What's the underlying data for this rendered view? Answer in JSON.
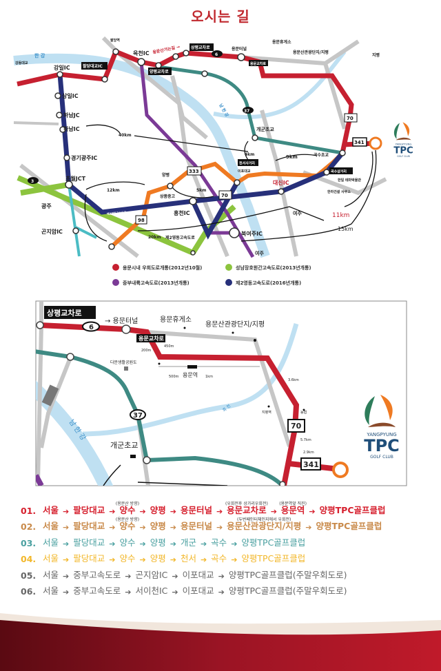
{
  "title": "오시는 길",
  "colors": {
    "route_red": "#c62030",
    "orange": "#ef7a22",
    "teal": "#3e8a83",
    "blue": "#27307a",
    "purple": "#7b3a96",
    "green": "#8cc43e",
    "river": "#bfe0f2",
    "road": "#c6c6c6",
    "footer": "#8c1220"
  },
  "top_map": {
    "labels": {
      "river_han": "한 강",
      "river_namhan": "남 한 강",
      "gangdong": "강동대교",
      "gangil_ic": "강일IC",
      "paldang_box": "팔당대교IC",
      "paldang_station": "팔당역",
      "okcheon_ic": "옥천IC",
      "bypass": "용문산가는길 →",
      "sangpyeong_box": "상평교차로",
      "route6": "6",
      "yongmun_tunnel": "용문터널",
      "rest_area": "용문휴게소",
      "tour_complex": "용문산관광단지/지평",
      "jipyeong": "지평",
      "yongmun_box": "용문교차로",
      "yangpyeong_box": "양평교차로",
      "sangil_ic": "상일IC",
      "hanam_jc": "하남JC",
      "hanam_ic": "하남IC",
      "gyeonggi_gwangju_ic": "경기광주IC",
      "chowol_jct": "초월JCT",
      "route3": "3",
      "gwangju": "광주",
      "gonjiam_ic": "곤지암IC",
      "km40": "40km",
      "km12": "12km",
      "km5": "5km",
      "km4": "4km",
      "km9": "9km",
      "km20": "20km",
      "km11": "11km",
      "km15": "15km",
      "yangpyeong": "양평",
      "route333": "333",
      "sangpum_school": "상품중고",
      "route98": "98",
      "route37": "37",
      "gaegun_school": "개군초교",
      "route70": "70",
      "route70b": "70",
      "route341": "341",
      "heungcheon_ic": "흥천IC",
      "ipo_bridge": "이포대교",
      "cheonseo_box": "천서사거리",
      "daesin_ic": "대신IC",
      "buk_yeoju_ic": "북여주IC",
      "yeoju1": "여주",
      "yeoju2": "여주",
      "gwangju_wonju": "제2영동고속도로",
      "goksu_school": "곡수초교",
      "goksu_box": "곡수삼거리",
      "hanil": "한일 테마박물관",
      "hanra": "한라건설 사무소"
    },
    "legend": [
      {
        "label": "용문시내 우회도로개통(2012년10월)",
        "color": "#c62030"
      },
      {
        "label": "성남장호원간고속도로(2013년개통)",
        "color": "#8cc43e"
      },
      {
        "label": "중부내륙고속도로(2013년개통)",
        "color": "#7b3a96"
      },
      {
        "label": "제2영동고속도로(2016년개통)",
        "color": "#27307a"
      }
    ]
  },
  "detail_map": {
    "sangpyeong_box": "상평교차로",
    "route6": "6",
    "yongmun_tunnel": "→ 용문터널",
    "rest_area": "용문휴게소",
    "tour_complex": "용문산관광단지/지평",
    "yongmun_box": "용문교차로",
    "m200": "200m",
    "m450": "450m",
    "m500": "500m",
    "km1": "1km",
    "yongmun_station": "용문역",
    "park": "다문생활공원도",
    "route37": "37",
    "river_namhan": "남 한 강",
    "stream": "흑 천",
    "gaegun_school": "개군초교",
    "jipyeong_station": "지평역",
    "nonghyup": "농협",
    "km36": "3.6km",
    "route70": "70",
    "km57": "5.7km",
    "km29": "2.9km",
    "route341": "341"
  },
  "logo": {
    "brand_top": "YANGPYUNG",
    "brand_main": "TPC",
    "brand_sub": "GOLF CLUB"
  },
  "routes": [
    {
      "num": "01.",
      "color": "#d6202e",
      "steps": [
        {
          "text": "서울"
        },
        {
          "text": "팔당대교"
        },
        {
          "text": "양수",
          "note": "(용문산 방향)"
        },
        {
          "text": "양평"
        },
        {
          "text": "용문터널"
        },
        {
          "text": "용문교차로",
          "note": "(우회전후 상가리우회전)"
        },
        {
          "text": "용문역",
          "note": "(용문역앞 직진)"
        },
        {
          "text": "양평TPC골프클럽"
        }
      ]
    },
    {
      "num": "02.",
      "color": "#c98a4a",
      "steps": [
        {
          "text": "서울"
        },
        {
          "text": "팔당대교"
        },
        {
          "text": "양수",
          "note": "(용문산 방향)"
        },
        {
          "text": "양평"
        },
        {
          "text": "용문터널"
        },
        {
          "text": "용문산관광단지/지평",
          "note": "(두번째인터체인지에서 우회전)"
        },
        {
          "text": "양평TPC골프클럽"
        }
      ]
    },
    {
      "num": "03.",
      "color": "#4aa0a0",
      "steps": [
        {
          "text": "서울"
        },
        {
          "text": "팔당대교"
        },
        {
          "text": "양수"
        },
        {
          "text": "양평"
        },
        {
          "text": "개군"
        },
        {
          "text": "곡수"
        },
        {
          "text": "양평TPC골프클럽"
        }
      ]
    },
    {
      "num": "04.",
      "color": "#f2b72a",
      "steps": [
        {
          "text": "서울"
        },
        {
          "text": "팔당대교"
        },
        {
          "text": "양수"
        },
        {
          "text": "양평"
        },
        {
          "text": "천서"
        },
        {
          "text": "곡수"
        },
        {
          "text": "양평TPC골프클럽"
        }
      ]
    },
    {
      "num": "05.",
      "color": "#666666",
      "steps": [
        {
          "text": "서울"
        },
        {
          "text": "중부고속도로"
        },
        {
          "text": "곤지암IC"
        },
        {
          "text": "이포대교"
        },
        {
          "text": "양평TPC골프클럽(주말우회도로)"
        }
      ]
    },
    {
      "num": "06.",
      "color": "#666666",
      "steps": [
        {
          "text": "서울"
        },
        {
          "text": "중부고속도로"
        },
        {
          "text": "서이천IC"
        },
        {
          "text": "이포대교"
        },
        {
          "text": "양평TPC골프클럽(주말우회도로)"
        }
      ]
    }
  ]
}
